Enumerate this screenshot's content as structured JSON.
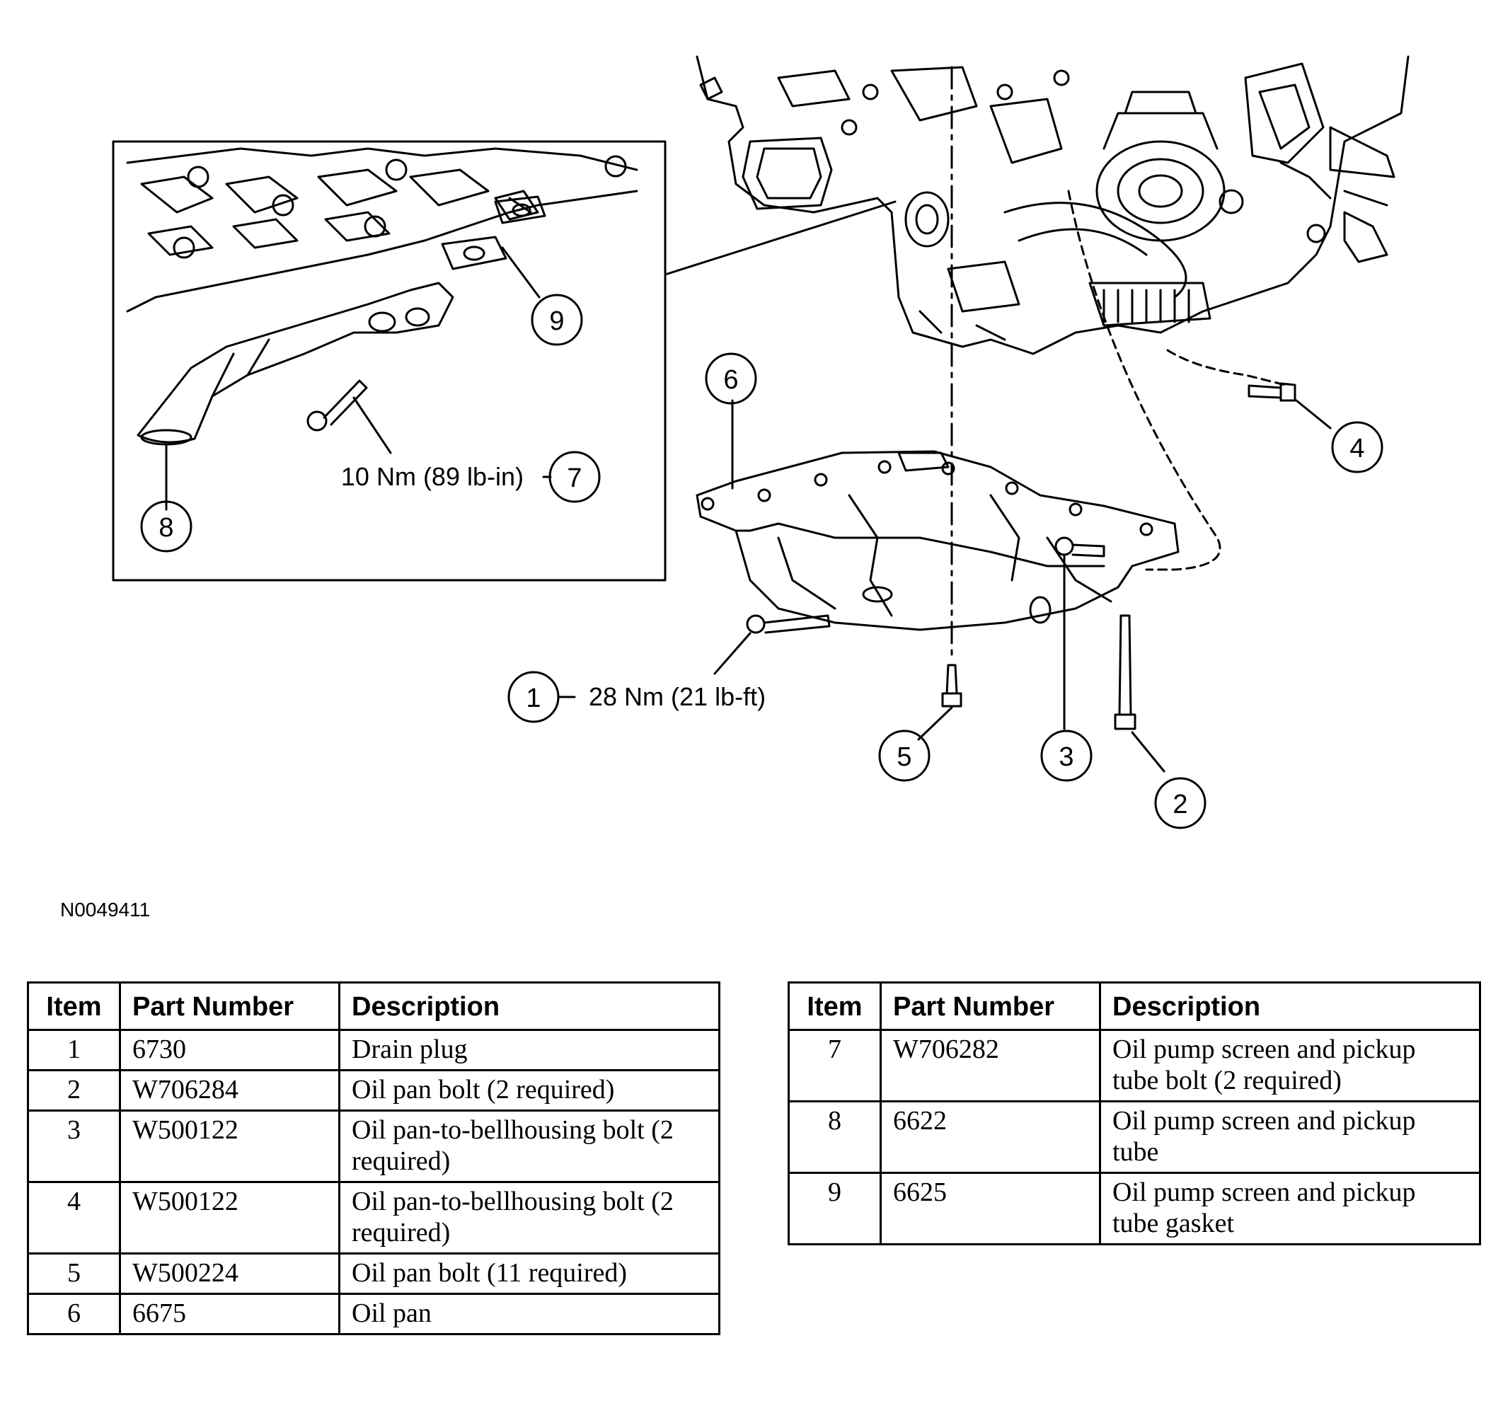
{
  "figure_id": "N0049411",
  "torque_labels": {
    "item7": "10 Nm (89 lb-in)",
    "item1": "28 Nm (21 lb-ft)"
  },
  "callouts": [
    "1",
    "2",
    "3",
    "4",
    "5",
    "6",
    "7",
    "8",
    "9"
  ],
  "table_headers": {
    "item": "Item",
    "part_number": "Part Number",
    "description": "Description"
  },
  "parts_left": [
    {
      "item": "1",
      "part": "6730",
      "desc": "Drain plug"
    },
    {
      "item": "2",
      "part": "W706284",
      "desc": "Oil pan bolt (2 required)"
    },
    {
      "item": "3",
      "part": "W500122",
      "desc": "Oil pan-to-bellhousing bolt (2 required)"
    },
    {
      "item": "4",
      "part": "W500122",
      "desc": "Oil pan-to-bellhousing bolt (2 required)"
    },
    {
      "item": "5",
      "part": "W500224",
      "desc": "Oil pan bolt (11 required)"
    },
    {
      "item": "6",
      "part": "6675",
      "desc": "Oil pan"
    }
  ],
  "parts_right": [
    {
      "item": "7",
      "part": "W706282",
      "desc": "Oil pump screen and pickup tube bolt (2 required)"
    },
    {
      "item": "8",
      "part": "6622",
      "desc": "Oil pump screen and pickup tube"
    },
    {
      "item": "9",
      "part": "6625",
      "desc": "Oil pump screen and pickup tube gasket"
    }
  ]
}
